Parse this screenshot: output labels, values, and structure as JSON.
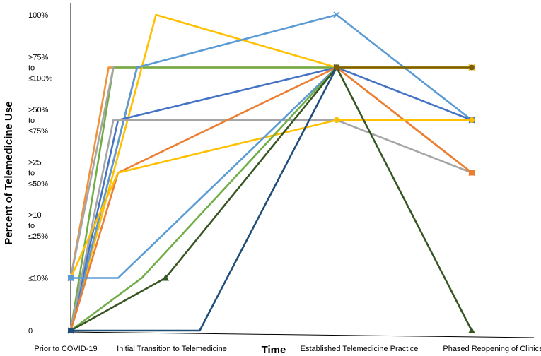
{
  "chart_data": {
    "type": "line",
    "title": "",
    "xlabel": "Time",
    "ylabel": "Percent of Telemedicine Use",
    "categories": [
      "Prior to COVID-19",
      "Initial Transition to Telemedicine",
      "Established Telemedicine Practice",
      "Phased Reopening of Clinics"
    ],
    "y_levels": [
      {
        "value": 0,
        "lines": [
          "0"
        ]
      },
      {
        "value": 1,
        "lines": [
          "≤10%"
        ]
      },
      {
        "value": 2,
        "lines": [
          ">10",
          "to",
          "≤25%"
        ]
      },
      {
        "value": 3,
        "lines": [
          ">25",
          "to",
          "≤50%"
        ]
      },
      {
        "value": 4,
        "lines": [
          ">50%",
          "to",
          "≤75%"
        ]
      },
      {
        "value": 5,
        "lines": [
          ">75%",
          "to",
          "≤100%"
        ]
      },
      {
        "value": 6,
        "lines": [
          "100%"
        ]
      }
    ],
    "ylim": [
      0,
      6
    ],
    "grid": false,
    "legend": "none",
    "series": [
      {
        "color": "#F0913C",
        "marker": "x",
        "points": [
          [
            0,
            1
          ],
          [
            0.4,
            5
          ],
          [
            0.5,
            5
          ],
          [
            2,
            5
          ],
          [
            3,
            3
          ]
        ]
      },
      {
        "color": "#70AD47",
        "marker": "x",
        "points": [
          [
            0,
            0
          ],
          [
            0.45,
            5
          ],
          [
            2,
            5
          ],
          [
            3,
            5
          ]
        ]
      },
      {
        "color": "#843C0C",
        "marker": "x",
        "points": [
          [
            0,
            0
          ],
          [
            0.7,
            5
          ]
        ]
      },
      {
        "color": "#A5A5A5",
        "marker": "x",
        "points": [
          [
            0,
            1
          ],
          [
            0.45,
            5
          ]
        ]
      },
      {
        "color": "#FFC000",
        "marker": "x",
        "points": [
          [
            0,
            0
          ],
          [
            0.9,
            6
          ],
          [
            2,
            5
          ],
          [
            3,
            5
          ]
        ]
      },
      {
        "color": "#5B9BD5",
        "marker": "x",
        "points": [
          [
            0,
            0
          ],
          [
            0.7,
            5
          ],
          [
            2,
            6
          ],
          [
            3,
            4
          ]
        ]
      },
      {
        "color": "#4472C4",
        "marker": "square",
        "points": [
          [
            0,
            0
          ],
          [
            0.5,
            4
          ],
          [
            2,
            5
          ],
          [
            3,
            4
          ]
        ]
      },
      {
        "color": "#A5A5A5",
        "marker": "circle",
        "points": [
          [
            0,
            0
          ],
          [
            0.45,
            4
          ],
          [
            1.5,
            4
          ],
          [
            2,
            4
          ],
          [
            3,
            3
          ]
        ]
      },
      {
        "color": "#ED7D31",
        "marker": "square",
        "points": [
          [
            0,
            0
          ],
          [
            0.5,
            3
          ],
          [
            2,
            5
          ],
          [
            3,
            3
          ]
        ]
      },
      {
        "color": "#FFC000",
        "marker": "circle",
        "points": [
          [
            0,
            1
          ],
          [
            0.5,
            3
          ],
          [
            2,
            4
          ],
          [
            3,
            4
          ]
        ]
      },
      {
        "color": "#5B9BD5",
        "marker": "square",
        "points": [
          [
            0,
            1
          ],
          [
            0.5,
            1
          ],
          [
            2,
            5
          ]
        ]
      },
      {
        "color": "#70AD47",
        "marker": "circle",
        "points": [
          [
            0,
            0
          ],
          [
            0.75,
            1
          ],
          [
            2,
            5
          ]
        ]
      },
      {
        "color": "#375623",
        "marker": "triangle",
        "points": [
          [
            0,
            0
          ],
          [
            1,
            1
          ],
          [
            2,
            5
          ],
          [
            3,
            0
          ]
        ]
      },
      {
        "color": "#1F4E79",
        "marker": "square",
        "points": [
          [
            0,
            0
          ],
          [
            1.2,
            0
          ],
          [
            2,
            5
          ]
        ]
      },
      {
        "color": "#7F6000",
        "marker": "circle",
        "points": [
          [
            2,
            5
          ],
          [
            3,
            5
          ]
        ]
      }
    ]
  }
}
